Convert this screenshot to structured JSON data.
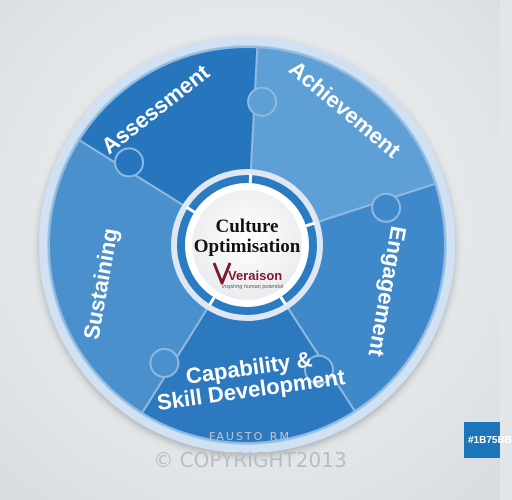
{
  "diagram": {
    "center": {
      "title_line1": "Culture",
      "title_line2": "Optimisation",
      "brand": "Veraison",
      "tagline": "inspiring human potential"
    },
    "segments": [
      {
        "label_line1": "Assessment",
        "label_line2": "",
        "color": "#2775bd"
      },
      {
        "label_line1": "Achievement",
        "label_line2": "",
        "color": "#5e9fd5"
      },
      {
        "label_line1": "Engagement",
        "label_line2": "",
        "color": "#3f88c9"
      },
      {
        "label_line1": "Capability &",
        "label_line2": "Skill Development",
        "color": "#2c79bf"
      },
      {
        "label_line1": "Sustaining",
        "label_line2": "",
        "color": "#4a90cd"
      }
    ],
    "ring_color": "#b9d4ec",
    "hub_ring_color": "#2b7bc2"
  },
  "watermark": {
    "line1": "FAUSTO RM",
    "line2": "© COPYRIGHT2013"
  },
  "badge": {
    "text": "#1B75BB",
    "color": "#1b75bb"
  }
}
